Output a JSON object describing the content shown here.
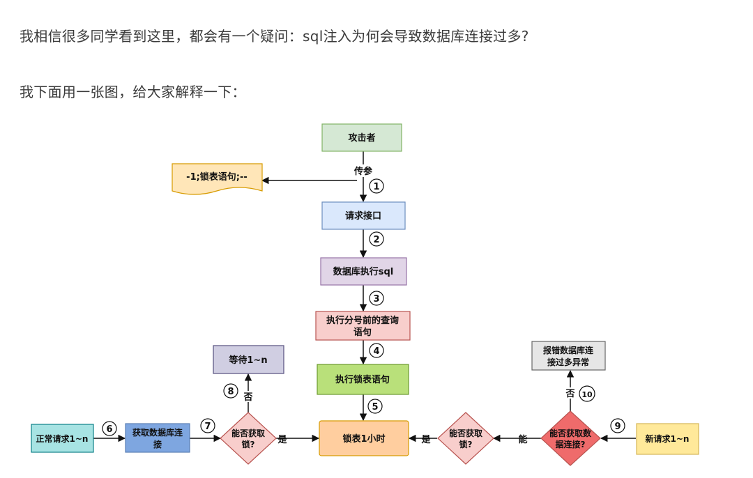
{
  "text": {
    "line1": "我相信很多同学看到这里，都会有一个疑问：sql注入为何会导致数据库连接过多?",
    "line2": "我下面用一张图，给大家解释一下："
  },
  "diagram": {
    "colors": {
      "green": "#d5e8d4",
      "green_stroke": "#82b366",
      "blue": "#dae8fc",
      "blue_stroke": "#6c8ebf",
      "purple": "#e1d5e7",
      "purple_stroke": "#9673a6",
      "red": "#f8cecc",
      "red_stroke": "#b85450",
      "lime": "#b9e07a",
      "lime_stroke": "#6b9a2e",
      "orange": "#ffce9f",
      "orange_stroke": "#d79b00",
      "yellow": "#ffe99a",
      "yellow_stroke": "#d6b656",
      "teal": "#a7e3e3",
      "teal_stroke": "#0e8088",
      "gray": "#e6e6e6",
      "gray_stroke": "#666666",
      "lavender": "#d0cee2",
      "lavender_stroke": "#56517e",
      "diamond_red": "#f8cecc",
      "diamond_red_strong": "#ef6b6b",
      "doc_fill": "#ffe6b8",
      "doc_stroke": "#d79b00"
    },
    "nodes": {
      "attacker": "攻击者",
      "payload": "-1;锁表语句;--",
      "request_api": "请求接口",
      "db_exec": "数据库执行sql",
      "exec_query_1": "执行分号前的查询",
      "exec_query_2": "语句",
      "exec_lock": "执行锁表语句",
      "lock_1h": "锁表1小时",
      "wait": "等待1~n",
      "normal_req": "正常请求1~n",
      "get_conn_1": "获取数据库连",
      "get_conn_2": "接",
      "can_lock_left_1": "能否获取",
      "can_lock_left_2": "锁?",
      "can_lock_right_1": "能否获取",
      "can_lock_right_2": "锁?",
      "can_conn_1": "能否获取数",
      "can_conn_2": "据连接?",
      "new_req": "新请求1~n",
      "error_1": "报错数据库连",
      "error_2": "接过多异常"
    },
    "labels": {
      "pass_param": "传参",
      "yes_left": "是",
      "yes_right": "是",
      "no_left": "否",
      "no_right": "否",
      "can": "能"
    },
    "steps": [
      "1",
      "2",
      "3",
      "4",
      "5",
      "6",
      "7",
      "8",
      "9",
      "10"
    ]
  }
}
